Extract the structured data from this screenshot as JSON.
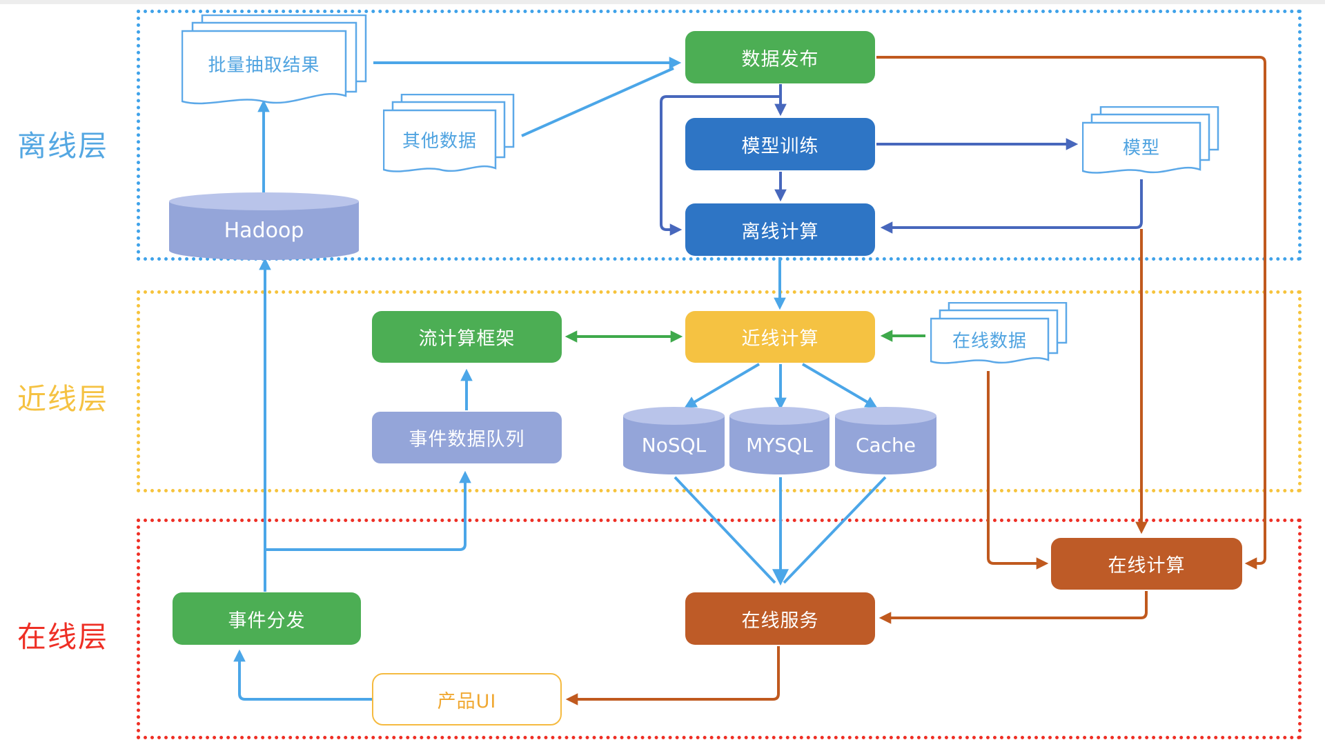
{
  "layers": {
    "offline": {
      "label": "离线层"
    },
    "nearline": {
      "label": "近线层"
    },
    "online": {
      "label": "在线层"
    }
  },
  "nodes": {
    "batch_results": {
      "label": "批量抽取结果"
    },
    "other_data": {
      "label": "其他数据"
    },
    "data_publish": {
      "label": "数据发布"
    },
    "model_training": {
      "label": "模型训练"
    },
    "offline_compute": {
      "label": "离线计算"
    },
    "model_doc": {
      "label": "模型"
    },
    "hadoop": {
      "label": "Hadoop"
    },
    "stream_framework": {
      "label": "流计算框架"
    },
    "nearline_compute": {
      "label": "近线计算"
    },
    "online_data": {
      "label": "在线数据"
    },
    "event_queue": {
      "label": "事件数据队列"
    },
    "nosql": {
      "label": "NoSQL"
    },
    "mysql": {
      "label": "MYSQL"
    },
    "cache": {
      "label": "Cache"
    },
    "online_compute": {
      "label": "在线计算"
    },
    "event_dispatch": {
      "label": "事件分发"
    },
    "online_service": {
      "label": "在线服务"
    },
    "product_ui": {
      "label": "产品UI"
    }
  },
  "colors": {
    "green_box": "#4CAE54",
    "blue_box": "#2E75C5",
    "yellow_box": "#F5C242",
    "brown_box": "#BE5B27",
    "queue_box": "#94A5D9",
    "cylinder_top": "#B9C4EA",
    "arrow_light_blue": "#4BA6E8",
    "arrow_slate_blue": "#4767BC",
    "arrow_orange": "#C0591E",
    "arrow_green": "#3EA94B",
    "border_offline": "#3FA2E9",
    "border_nearline": "#F6C33C",
    "border_online": "#EE2F25",
    "doc_outline": "#5BA8E8",
    "product_ui_border": "#F5BA3F"
  }
}
